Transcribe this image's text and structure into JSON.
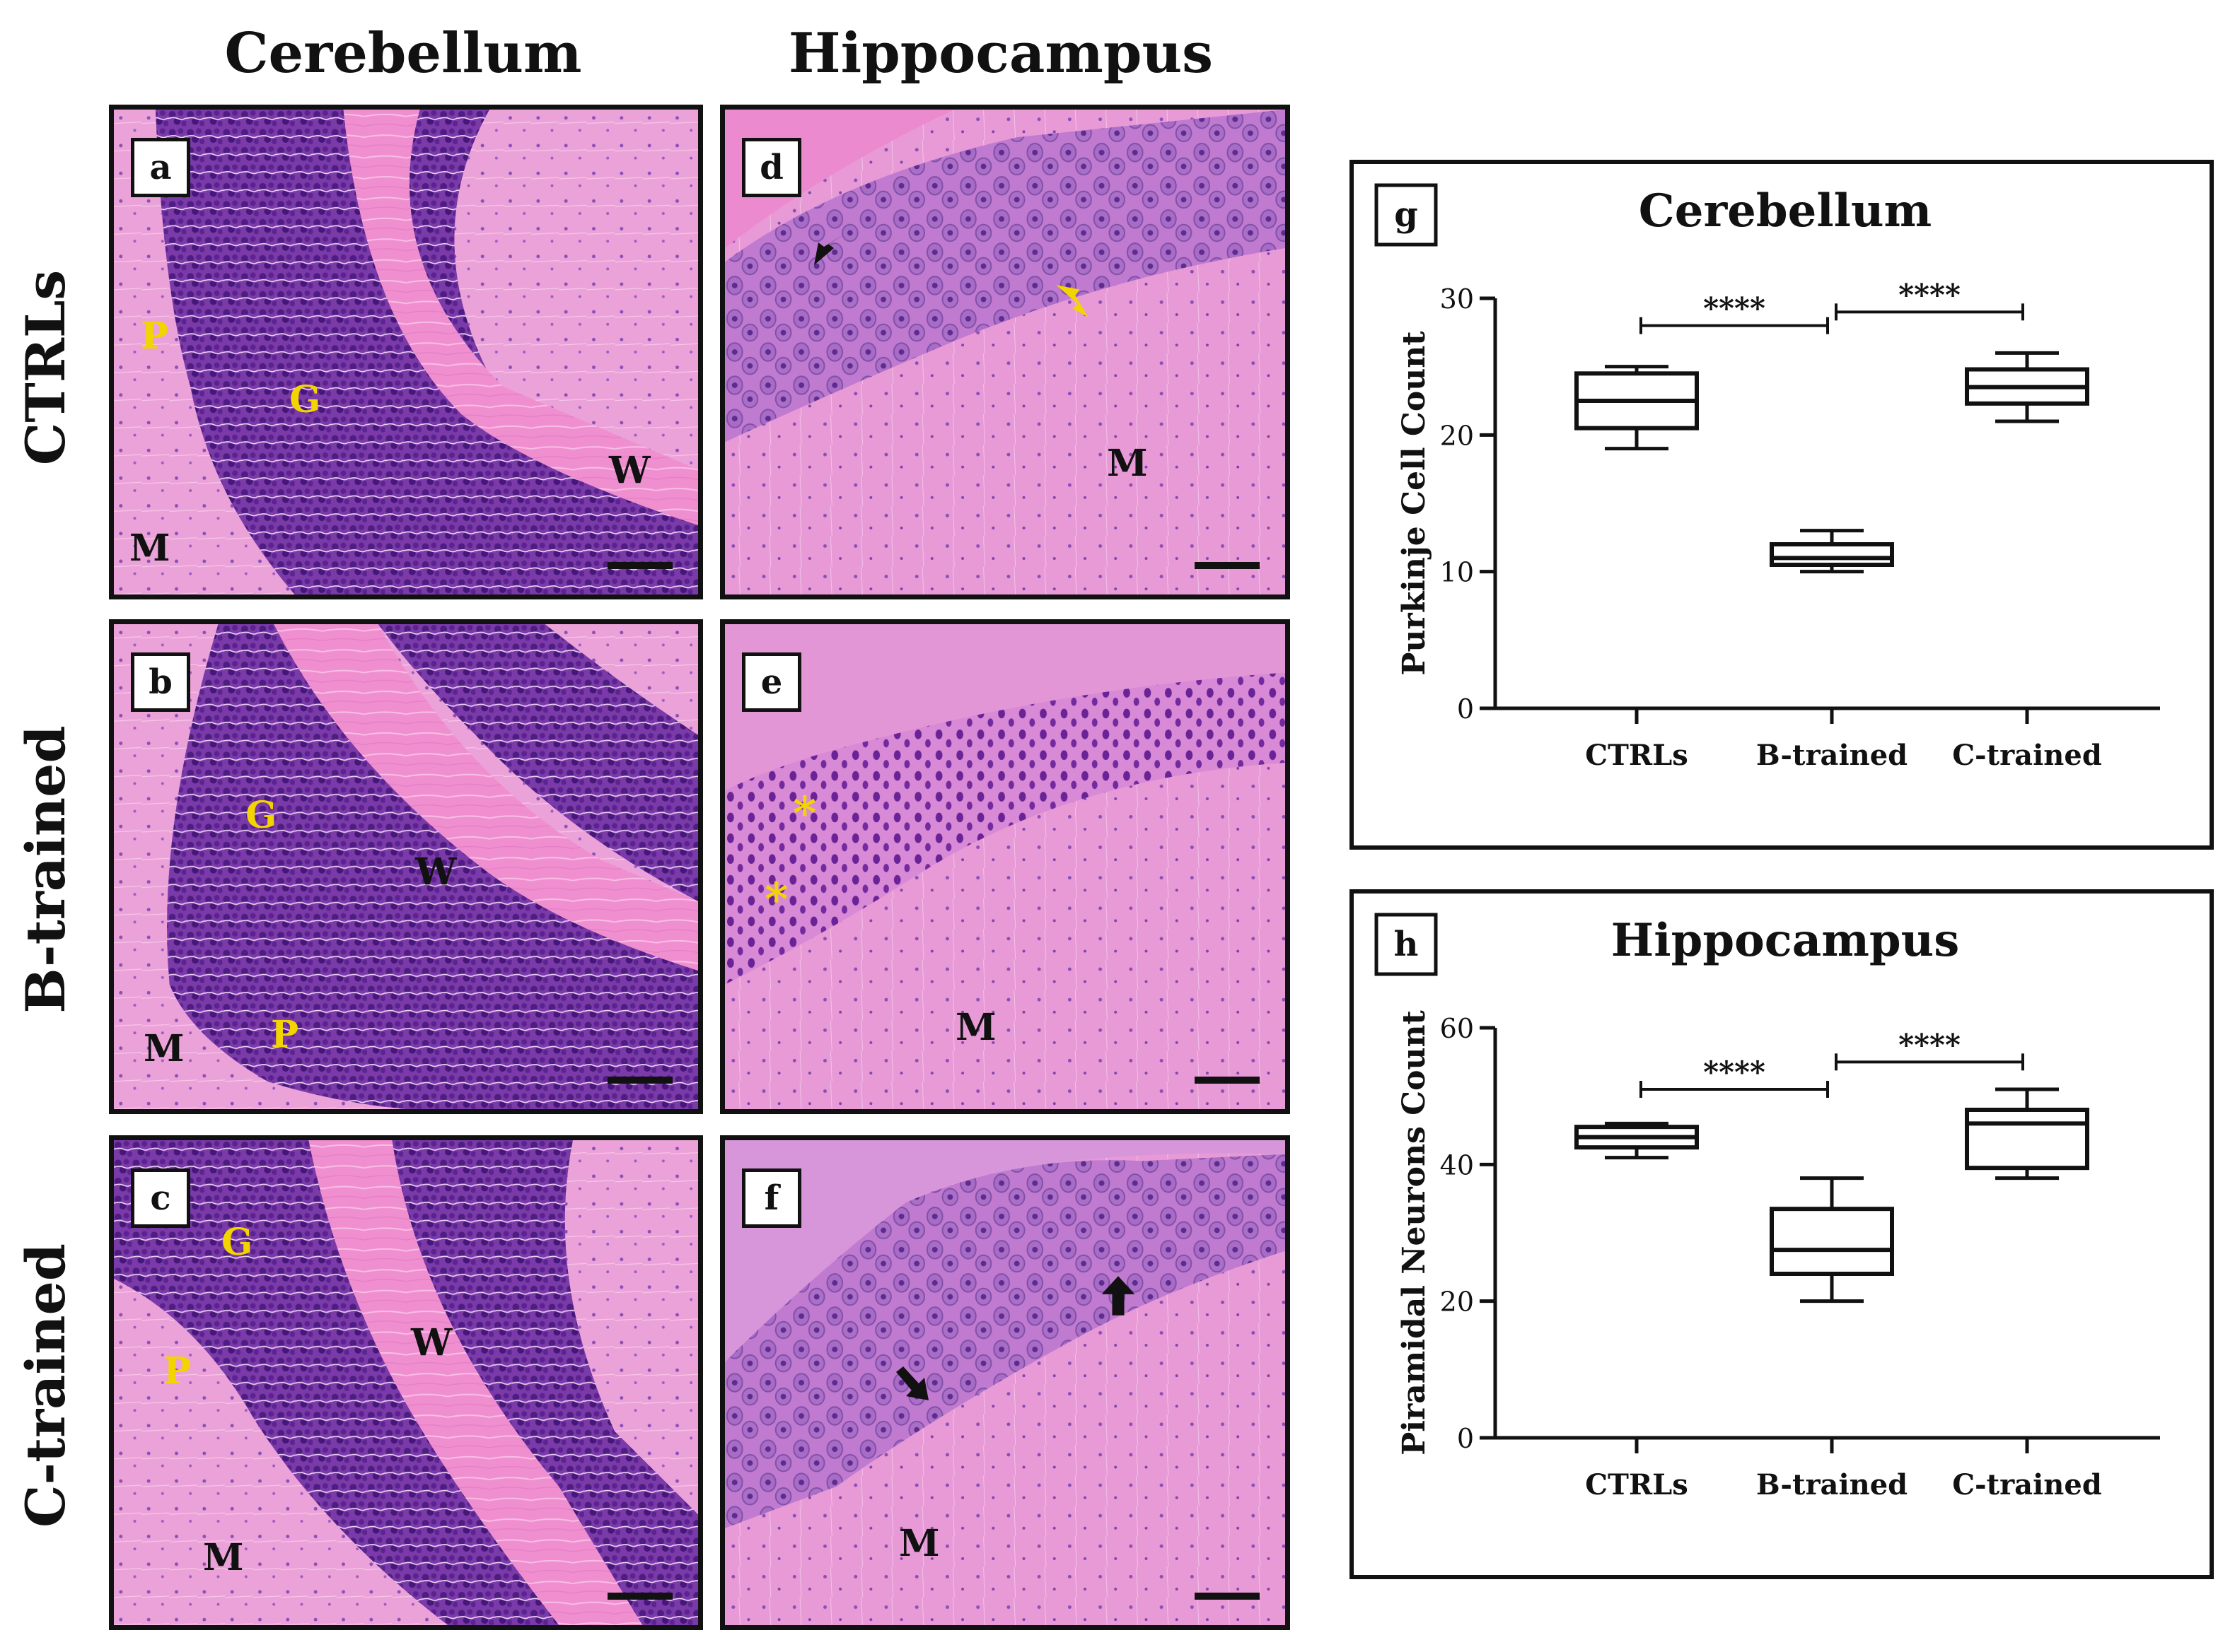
{
  "columns": {
    "left": "Cerebellum",
    "right": "Hippocampus"
  },
  "rows": [
    "CTRLs",
    "B-trained",
    "C-trained"
  ],
  "panels": {
    "a": {
      "label": "a",
      "marks": [
        "P",
        "G",
        "W",
        "M"
      ]
    },
    "b": {
      "label": "b",
      "marks": [
        "G",
        "W",
        "M",
        "P"
      ]
    },
    "c": {
      "label": "c",
      "marks": [
        "G",
        "P",
        "W",
        "M"
      ]
    },
    "d": {
      "label": "d",
      "marks": [
        "M"
      ]
    },
    "e": {
      "label": "e",
      "marks": [
        "*",
        "*",
        "M"
      ]
    },
    "f": {
      "label": "f",
      "marks": [
        "M"
      ]
    }
  },
  "colors": {
    "stain_background": "#e98fd0",
    "nuclei": "#6a2a9e",
    "label_yellow": "#f2d400"
  },
  "chart_data": [
    {
      "type": "box",
      "panel_label": "g",
      "title": "Cerebellum",
      "ylabel": "Purkinje Cell Count",
      "xlabel": "",
      "ylim": [
        0,
        30
      ],
      "yticks": [
        0,
        10,
        20,
        30
      ],
      "categories": [
        "CTRLs",
        "B-trained",
        "C-trained"
      ],
      "boxes": [
        {
          "min": 19,
          "q1": 20.5,
          "median": 22.5,
          "q3": 24.5,
          "max": 25
        },
        {
          "min": 10,
          "q1": 10.5,
          "median": 11,
          "q3": 12,
          "max": 13
        },
        {
          "min": 21,
          "q1": 22.3,
          "median": 23.5,
          "q3": 24.8,
          "max": 26
        }
      ],
      "significance": [
        {
          "from": 0,
          "to": 1,
          "label": "****",
          "y": 28
        },
        {
          "from": 1,
          "to": 2,
          "label": "****",
          "y": 29
        }
      ]
    },
    {
      "type": "box",
      "panel_label": "h",
      "title": "Hippocampus",
      "ylabel": "Piramidal Neurons Count",
      "xlabel": "",
      "ylim": [
        0,
        60
      ],
      "yticks": [
        0,
        20,
        40,
        60
      ],
      "categories": [
        "CTRLs",
        "B-trained",
        "C-trained"
      ],
      "boxes": [
        {
          "min": 41,
          "q1": 42.5,
          "median": 44,
          "q3": 45.5,
          "max": 46
        },
        {
          "min": 20,
          "q1": 24,
          "median": 27.5,
          "q3": 33.5,
          "max": 38
        },
        {
          "min": 38,
          "q1": 39.5,
          "median": 46,
          "q3": 48,
          "max": 51
        }
      ],
      "significance": [
        {
          "from": 0,
          "to": 1,
          "label": "****",
          "y": 51
        },
        {
          "from": 1,
          "to": 2,
          "label": "****",
          "y": 55
        }
      ]
    }
  ]
}
